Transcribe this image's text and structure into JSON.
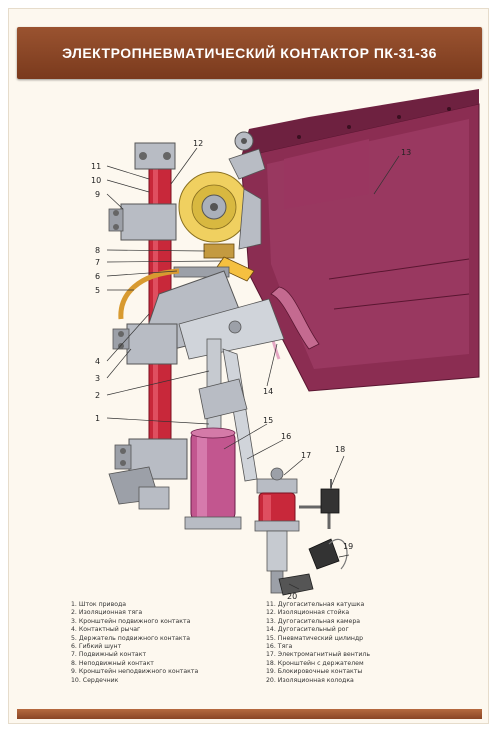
{
  "title": "ЭЛЕКТРОПНЕВМАТИЧЕСКИЙ КОНТАКТОР ПК-31-36",
  "callouts": [
    "1",
    "2",
    "3",
    "4",
    "5",
    "6",
    "7",
    "8",
    "9",
    "10",
    "11",
    "12",
    "13",
    "14",
    "15",
    "16",
    "17",
    "18",
    "19",
    "20"
  ],
  "legend_left": [
    "1. Шток привода",
    "2. Изоляционная тяга",
    "3. Кронштейн подвижного контакта",
    "4. Контактный рычаг",
    "5. Держатель подвижного контакта",
    "6. Гибкий шунт",
    "7. Подвижный контакт",
    "8. Неподвижный контакт",
    "9. Кронштейн неподвижного контакта",
    "10. Сердечник"
  ],
  "legend_right": [
    "11. Дугогасительная катушка",
    "12. Изоляционная стойка",
    "13. Дугогасительная камера",
    "14. Дугогасительный рог",
    "15. Пневматический цилиндр",
    "16. Тяга",
    "17. Электромагнитный вентиль",
    "18. Кронштейн с держателем",
    "19. Блокировочные контакты",
    "20. Изоляционная колодка"
  ],
  "colors": {
    "title_bar": "#8a4525",
    "chamber": "#8b2d52",
    "rod": "#c8283a",
    "cylinder": "#c2568f",
    "coil": "#f0d060",
    "metal": "#b8bcc4"
  }
}
